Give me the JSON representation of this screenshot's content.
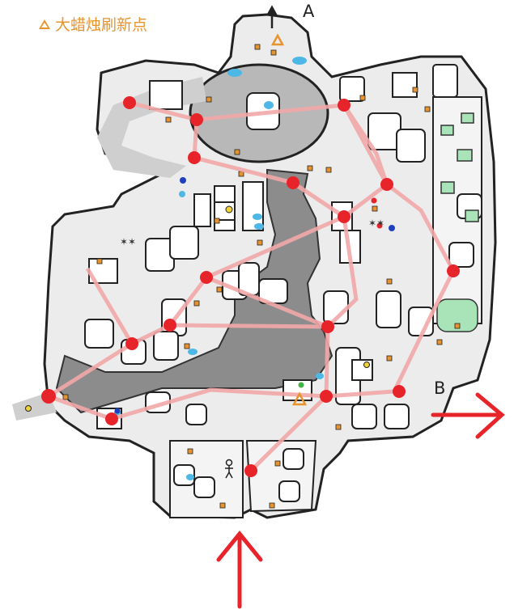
{
  "legend": {
    "text": "大蜡烛刷新点",
    "color": "#e8942e"
  },
  "labels": {
    "a": "A",
    "b": "B"
  },
  "colors": {
    "path": "#f2a8a8",
    "waypoint": "#e8242b",
    "water": "#4db8e6",
    "grass": "#a9e3b8",
    "crate": "#e8942e",
    "floor_dark": "#8c8c8c",
    "floor_mid": "#cfcfcf",
    "arrow": "#e8242b"
  },
  "icons": [
    "candle-spawn-triangle",
    "waypoint-dot",
    "exit-arrow",
    "entry-arrow",
    "north-arrow",
    "npc-figure",
    "crate-icon",
    "water-pool"
  ]
}
